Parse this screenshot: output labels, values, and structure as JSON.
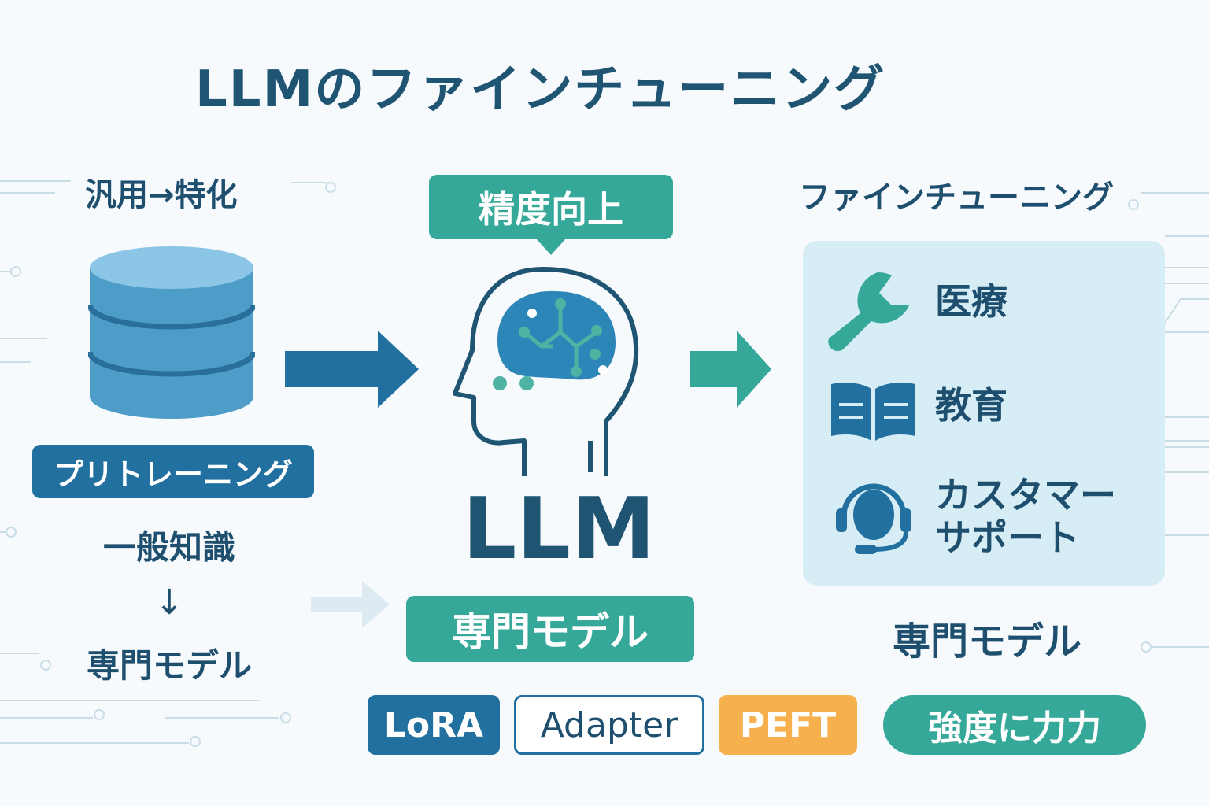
{
  "title": "LLMのファインチューニング",
  "left": {
    "heading": "汎用→特化",
    "pretrain_label": "プリトレーニング",
    "general_knowledge": "一般知識",
    "down_arrow": "↓",
    "specialist": "専門モデル"
  },
  "center": {
    "precision": "精度向上",
    "model": "LLM",
    "specialist": "専門モデル"
  },
  "right": {
    "heading": "ファインチューニング",
    "domains": [
      {
        "label": "医療",
        "icon": "wrench-icon"
      },
      {
        "label": "教育",
        "icon": "open-book-icon"
      },
      {
        "label_line1": "カスタマー",
        "label_line2": "サポート",
        "icon": "headset-icon"
      }
    ],
    "specialist": "専門モデル"
  },
  "tags": {
    "lora": "LoRA",
    "adapter": "Adapter",
    "peft": "PEFT",
    "strength": "強度に力力"
  },
  "colors": {
    "navy": "#1f5573",
    "blue": "#21709f",
    "teal": "#35a89a",
    "orange": "#f6b04e",
    "panel": "#d7edf5"
  }
}
